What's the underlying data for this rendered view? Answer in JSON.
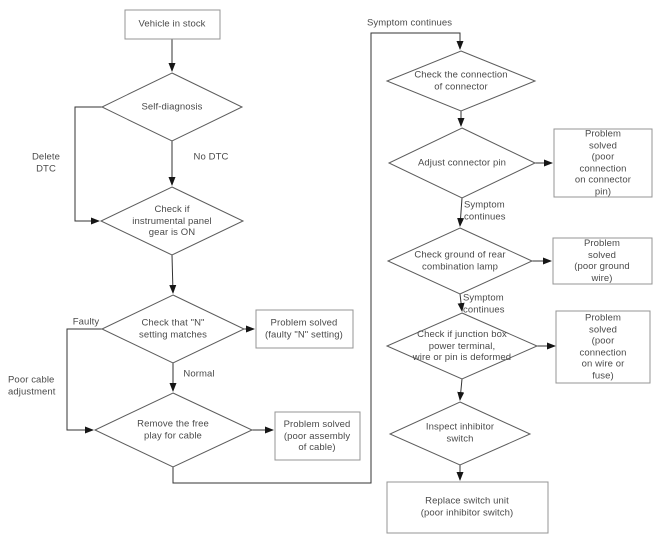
{
  "colors": {
    "line": "#333333",
    "arrow": "#161616",
    "diamond-border": "#5c5c5c",
    "box-border": "#949494",
    "text": "#4a4a4a",
    "background": "#ffffff"
  },
  "nodes": {
    "start": {
      "label": "Vehicle in stock",
      "shape": "rect"
    },
    "self_diagnosis": {
      "label": "Self-diagnosis",
      "shape": "diamond"
    },
    "instrument_panel": {
      "label": "Check if\ninstrumental panel\ngear is ON",
      "shape": "diamond"
    },
    "n_setting": {
      "label": "Check that \"N\"\nsetting matches",
      "shape": "diamond"
    },
    "free_play": {
      "label": "Remove the free\nplay for cable",
      "shape": "diamond"
    },
    "check_connector": {
      "label": "Check the connection\nof connector",
      "shape": "diamond"
    },
    "adjust_pin": {
      "label": "Adjust connector pin",
      "shape": "diamond"
    },
    "ground_lamp": {
      "label": "Check ground of rear\ncombination lamp",
      "shape": "diamond"
    },
    "junction_box": {
      "label": "Check if junction box\npower terminal,\nwire or pin is deformed",
      "shape": "diamond"
    },
    "inspect_switch": {
      "label": "Inspect inhibitor\nswitch",
      "shape": "diamond"
    },
    "solved_n_setting": {
      "label": "Problem solved\n(faulty \"N\" setting)",
      "shape": "rect"
    },
    "solved_cable": {
      "label": "Problem solved\n(poor assembly\nof cable)",
      "shape": "rect"
    },
    "solved_pin": {
      "label": "Problem solved\n(poor connection\non connector pin)",
      "shape": "rect"
    },
    "solved_ground": {
      "label": "Problem solved\n(poor ground wire)",
      "shape": "rect"
    },
    "solved_fuse": {
      "label": "Problem solved\n(poor connection\non wire or fuse)",
      "shape": "rect"
    },
    "replace_switch": {
      "label": "Replace switch unit\n(poor inhibitor switch)",
      "shape": "rect"
    }
  },
  "edge_labels": {
    "delete_dtc": {
      "label": "Delete\nDTC"
    },
    "no_dtc": {
      "label": "No DTC"
    },
    "faulty": {
      "label": "Faulty"
    },
    "poor_cable": {
      "label": "Poor cable\nadjustment"
    },
    "normal": {
      "label": "Normal"
    },
    "symptom_top": {
      "label": "Symptom continues"
    },
    "symptom_mid1": {
      "label": "Symptom\ncontinues"
    },
    "symptom_mid2": {
      "label": "Symptom\ncontinues"
    }
  }
}
